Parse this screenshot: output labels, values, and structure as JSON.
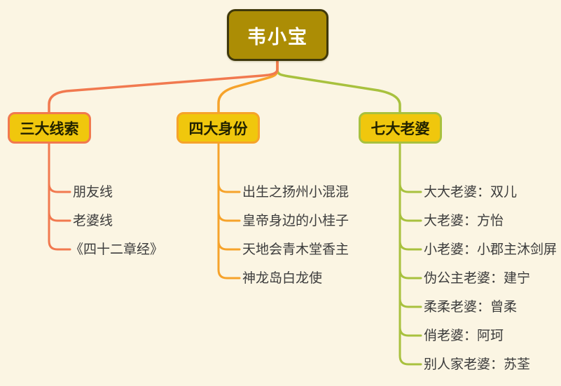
{
  "canvas": {
    "background": "#FBF5E3"
  },
  "root": {
    "label": "韦小宝",
    "fill": "#AC8D05",
    "border_color": "#3F380B",
    "text_color": "#FFFFFF"
  },
  "branches": [
    {
      "label": "三大线索",
      "accent_color": "#F1794F",
      "fill": "#F0C70D",
      "children": [
        "朋友线",
        "老婆线",
        "《四十二章经》"
      ]
    },
    {
      "label": "四大身份",
      "accent_color": "#F6A32B",
      "fill": "#F0C70D",
      "children": [
        "出生之扬州小混混",
        "皇帝身边的小桂子",
        "天地会青木堂香主",
        "神龙岛白龙使"
      ]
    },
    {
      "label": "七大老婆",
      "accent_color": "#A8C13E",
      "fill": "#F0C70D",
      "children": [
        "大大老婆：双儿",
        "大老婆：方怡",
        "小老婆：小郡主沐剑屏",
        "伪公主老婆：建宁",
        "柔柔老婆：曾柔",
        "俏老婆：阿珂",
        "别人家老婆：苏荃"
      ]
    }
  ]
}
